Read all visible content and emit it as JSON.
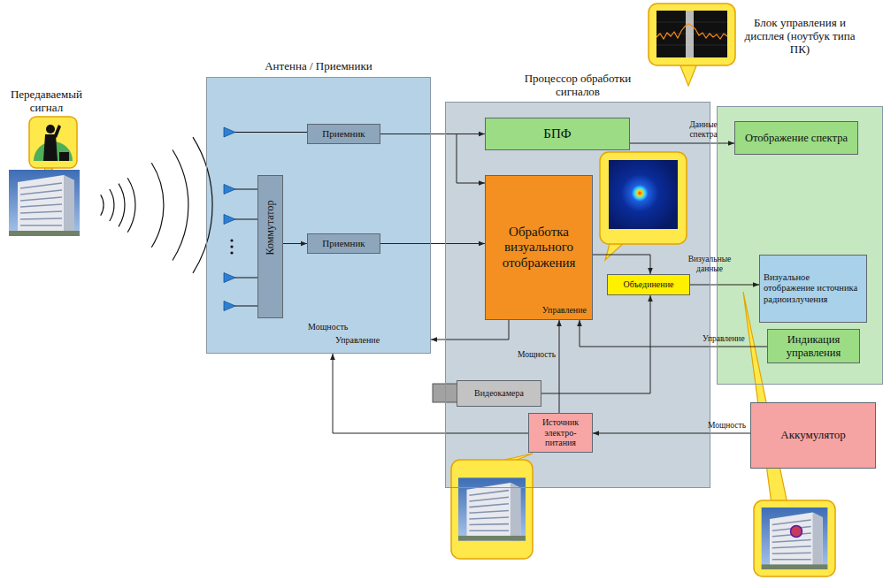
{
  "diagram": {
    "nodes": [
      {
        "text": [
          "Антенна / Приемники",
          "Мощность",
          "Управление"
        ]
      },
      {
        "text": [
          "Приемник"
        ],
        "in": 0
      },
      {
        "text": [
          "Коммутатор"
        ],
        "in": 0
      },
      {
        "text": [
          "Приемник"
        ],
        "in": 0
      },
      {
        "text": [
          "Процессор обработки сигналов"
        ]
      },
      {
        "text": [
          "БПФ"
        ],
        "in": 4
      },
      {
        "text": [
          "Обработка визуального отображения",
          "Управление"
        ],
        "in": 4
      },
      {
        "text": [
          "Объединение"
        ],
        "in": 4
      },
      {
        "text": [
          "Видеокамера"
        ],
        "in": 4
      },
      {
        "text": [
          "Источник электро- питания"
        ],
        "in": 4
      },
      {
        "text": [
          "Блок управления и дисплея (ноутбук типа ПК)"
        ]
      },
      {
        "text": [
          "Отображение спектра"
        ],
        "in": 10
      },
      {
        "text": [
          "Визуальное отображение источника радиоизлучения"
        ],
        "in": 10
      },
      {
        "text": [
          "Индикация управления"
        ],
        "in": 10
      },
      {
        "text": [
          "Аккумулятор"
        ]
      }
    ],
    "edges": [
      {
        "from": 1,
        "to": 5,
        "arrow": "to"
      },
      {
        "from": 1,
        "to": 6,
        "arrow": "to"
      },
      {
        "from": 2,
        "to": 3,
        "arrow": "to"
      },
      {
        "from": 3,
        "to": 6,
        "arrow": "to"
      },
      {
        "from": 5,
        "to": 11,
        "label": "Данные спектра",
        "arrow": "to"
      },
      {
        "from": 6,
        "to": 7,
        "arrow": "to"
      },
      {
        "from": 7,
        "to": 12,
        "label": "Визуальные данные",
        "arrow": "to"
      },
      {
        "from": 6,
        "to": 0,
        "arrow": "to"
      },
      {
        "from": 13,
        "to": 6,
        "label": "Управление",
        "arrow": "to"
      },
      {
        "from": 8,
        "to": 7,
        "arrow": "to"
      },
      {
        "from": 14,
        "to": 9,
        "label": "Мощность",
        "arrow": "to"
      },
      {
        "from": 9,
        "to": 6,
        "label": "Мощность",
        "arrow": "to"
      },
      {
        "from": 9,
        "to": 0,
        "arrow": "to"
      }
    ],
    "labels": [
      "Передаваемый сигнал"
    ]
  }
}
